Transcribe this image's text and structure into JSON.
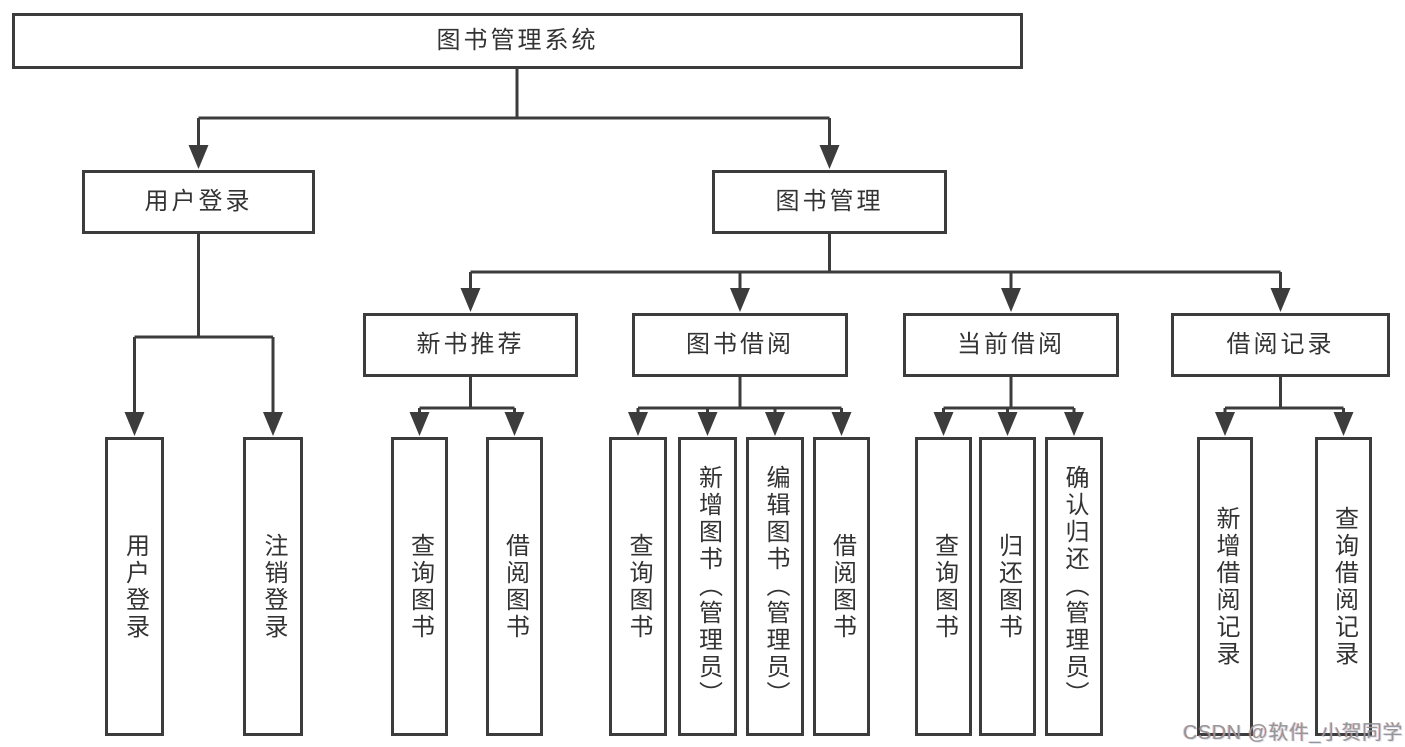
{
  "diagram": {
    "root": {
      "label": "图书管理系统"
    },
    "branches": [
      {
        "label": "用户登录",
        "children": [
          {
            "label": "用户登录"
          },
          {
            "label": "注销登录"
          }
        ]
      },
      {
        "label": "图书管理",
        "children": [
          {
            "label": "新书推荐",
            "children": [
              {
                "label": "查询图书"
              },
              {
                "label": "借阅图书"
              }
            ]
          },
          {
            "label": "图书借阅",
            "children": [
              {
                "label": "查询图书"
              },
              {
                "label": "新增图书（管理员）"
              },
              {
                "label": "编辑图书（管理员）"
              },
              {
                "label": "借阅图书"
              }
            ]
          },
          {
            "label": "当前借阅",
            "children": [
              {
                "label": "查询图书"
              },
              {
                "label": "归还图书"
              },
              {
                "label": "确认归还（管理员）"
              }
            ]
          },
          {
            "label": "借阅记录",
            "children": [
              {
                "label": "新增借阅记录"
              },
              {
                "label": "查询借阅记录"
              }
            ]
          }
        ]
      }
    ]
  },
  "watermark": {
    "text": "CSDN @软件_小贺同学"
  },
  "colors": {
    "line": "#3c3c3c",
    "box_border": "#3c3c3c",
    "text": "#333333",
    "watermark_text": "#969696",
    "background": "#ffffff"
  }
}
